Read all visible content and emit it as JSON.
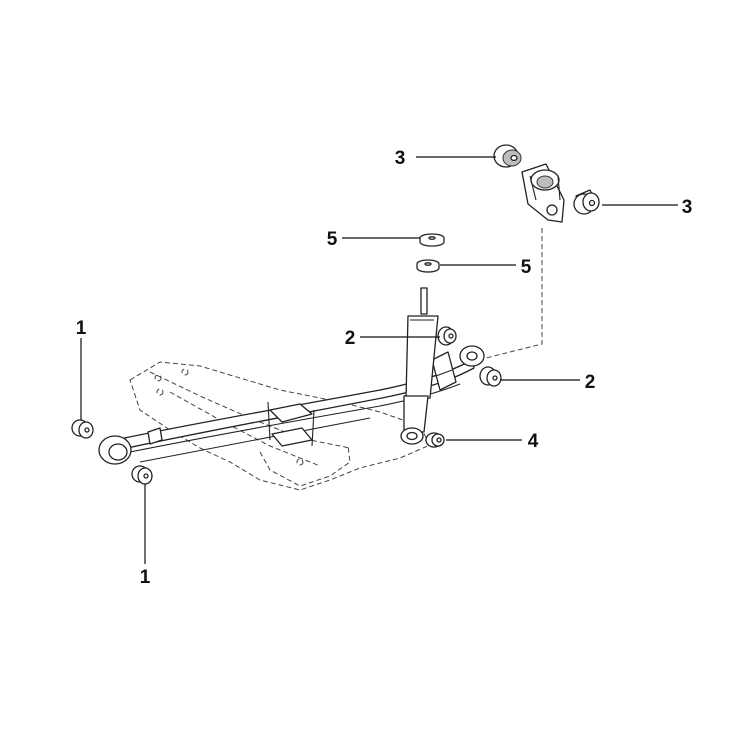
{
  "callouts": {
    "c1_top": "1",
    "c1_bottom": "1",
    "c2_left": "2",
    "c2_right": "2",
    "c3_left": "3",
    "c3_right": "3",
    "c4": "4",
    "c5_top": "5",
    "c5_bottom": "5"
  }
}
